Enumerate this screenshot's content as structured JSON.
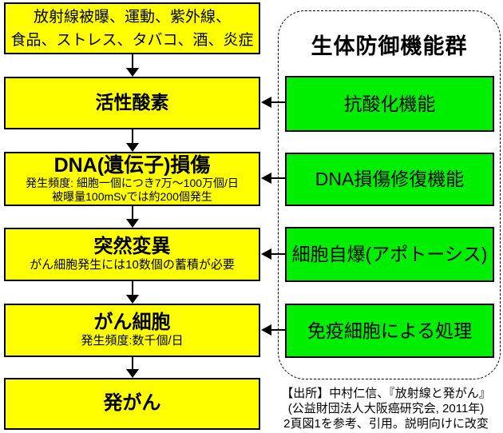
{
  "colors": {
    "flow_box_fill": "#FFFF00",
    "defense_box_fill": "#00EE00",
    "border": "#000000",
    "background": "#FFFFFF"
  },
  "flow": {
    "causes": {
      "line1": "放射線被曝、運動、紫外線、",
      "line2": "食品、ストレス、タバコ、酒、炎症"
    },
    "active_oxygen": {
      "title": "活性酸素"
    },
    "dna_damage": {
      "title": "DNA(遺伝子)損傷",
      "sub1": "発生頻度: 細胞一個につき7万～100万個/日",
      "sub2": "被曝量100mSvでは約200個発生"
    },
    "mutation": {
      "title": "突然変異",
      "sub1": "がん細胞発生には10数個の蓄積が必要"
    },
    "cancer_cell": {
      "title": "がん細胞",
      "sub1": "発生頻度:数千個/日"
    },
    "carcinogenesis": {
      "title": "発がん"
    }
  },
  "defense": {
    "title": "生体防御機能群",
    "boxes": [
      "抗酸化機能",
      "DNA損傷修復機能",
      "細胞自爆(アポトーシス)",
      "免疫細胞による処理"
    ]
  },
  "citation": {
    "line1": "【出所】中村仁信、『放射線と発がん』",
    "line2": "(公益財団法人大阪癌研究会, 2011年)",
    "line3": "2頁図1を参考、引用。説明向けに改変"
  }
}
